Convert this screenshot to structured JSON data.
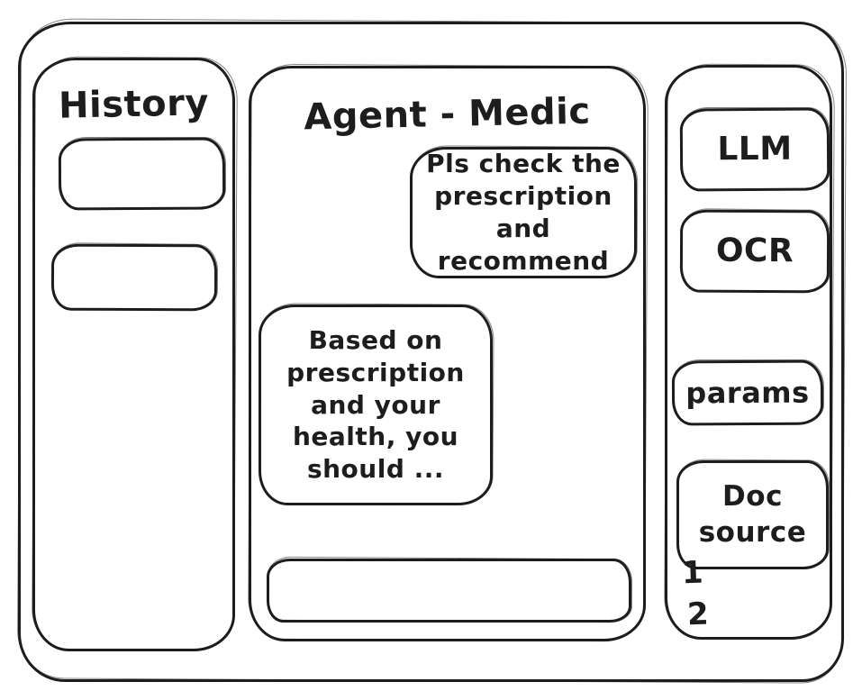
{
  "app": {
    "ink_color": "#1d1d1d",
    "background_color": "#ffffff"
  },
  "history_panel": {
    "title": "History",
    "items": [
      "",
      ""
    ]
  },
  "chat_panel": {
    "title": "Agent - Medic",
    "user_message": "Pls check the prescription and recommend",
    "assistant_message": "Based on prescription and your health, you should ...",
    "input_value": ""
  },
  "tools_panel": {
    "llm_label": "LLM",
    "ocr_label": "OCR",
    "params_label": "params",
    "doc_source_label": "Doc source",
    "doc_source_items": [
      "1",
      "2"
    ]
  }
}
